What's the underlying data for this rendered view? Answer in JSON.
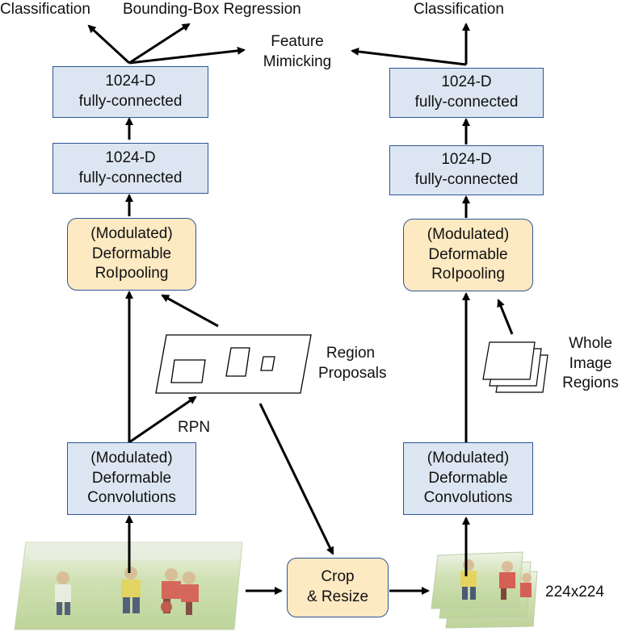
{
  "labels": {
    "classification_left": "Classification",
    "bbox_regression": "Bounding-Box Regression",
    "feature_mimicking": [
      "Feature",
      "Mimicking"
    ],
    "classification_right": "Classification",
    "region_proposals": [
      "Region",
      "Proposals"
    ],
    "rpn": "RPN",
    "whole_image_regions": [
      "Whole",
      "Image",
      "Regions"
    ],
    "size": "224x224"
  },
  "left_column": {
    "fc_top": [
      "1024-D",
      "fully-connected"
    ],
    "fc_bottom": [
      "1024-D",
      "fully-connected"
    ],
    "roipool": [
      "(Modulated)",
      "Deformable",
      "RoIpooling"
    ],
    "conv": [
      "(Modulated)",
      "Deformable",
      "Convolutions"
    ]
  },
  "right_column": {
    "fc_top": [
      "1024-D",
      "fully-connected"
    ],
    "fc_bottom": [
      "1024-D",
      "fully-connected"
    ],
    "roipool": [
      "(Modulated)",
      "Deformable",
      "RoIpooling"
    ],
    "conv": [
      "(Modulated)",
      "Deformable",
      "Convolutions"
    ]
  },
  "crop_resize": [
    "Crop",
    "& Resize"
  ],
  "colors": {
    "box_blue": "#dce6f2",
    "box_yellow": "#fde9c2",
    "border": "#2f5597",
    "arrow": "#000000"
  }
}
